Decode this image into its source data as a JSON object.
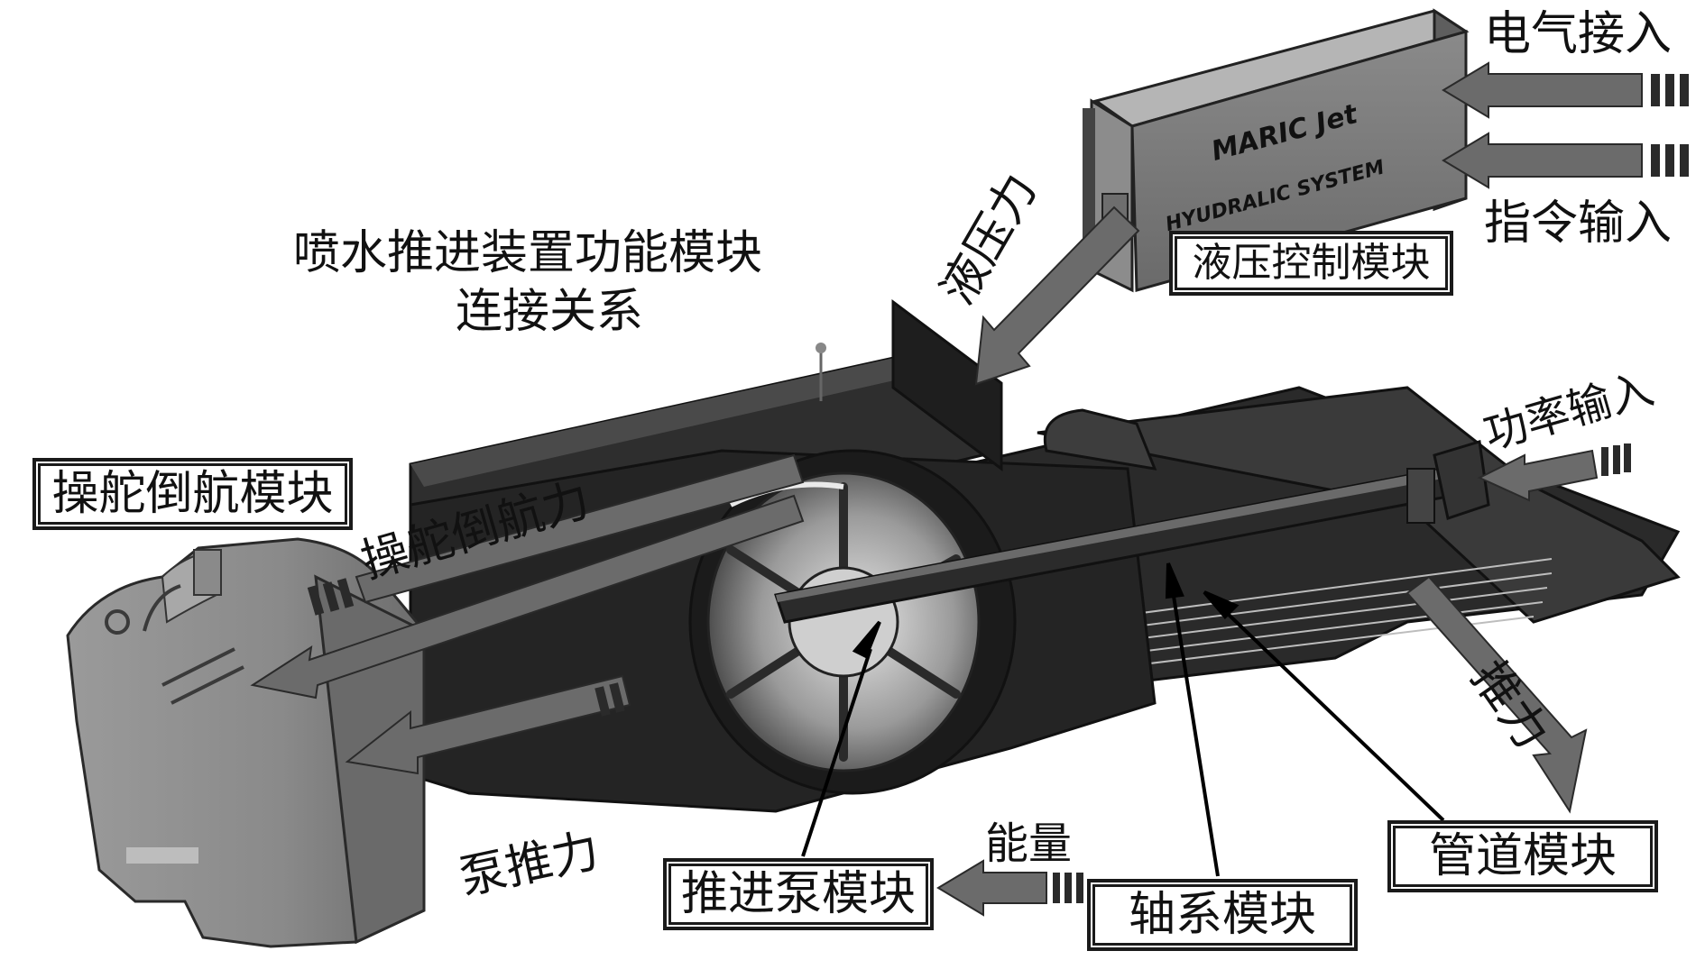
{
  "figure": {
    "title_line1": "喷水推进装置功能模块",
    "title_line2": "连接关系"
  },
  "modules": {
    "hydraulic_control": "液压控制模块",
    "steering_reversing": "操舵倒航模块",
    "pump": "推进泵模块",
    "shaft": "轴系模块",
    "duct": "管道模块"
  },
  "flows": {
    "electrical_input": "电气接入",
    "command_input": "指令输入",
    "hydraulic_force": "液压力",
    "power_input": "功率输入",
    "steering_force": "操舵倒航力",
    "pump_thrust": "泵推力",
    "energy": "能量",
    "thrust": "推力"
  },
  "hydraulic_box_text": {
    "brand": "MARIC Jet",
    "system": "HYUDRALIC SYSTEM"
  },
  "colors": {
    "background": "#ffffff",
    "arrow_gray": "#6b6b6b",
    "device_dark": "#262626",
    "text": "#111111"
  }
}
